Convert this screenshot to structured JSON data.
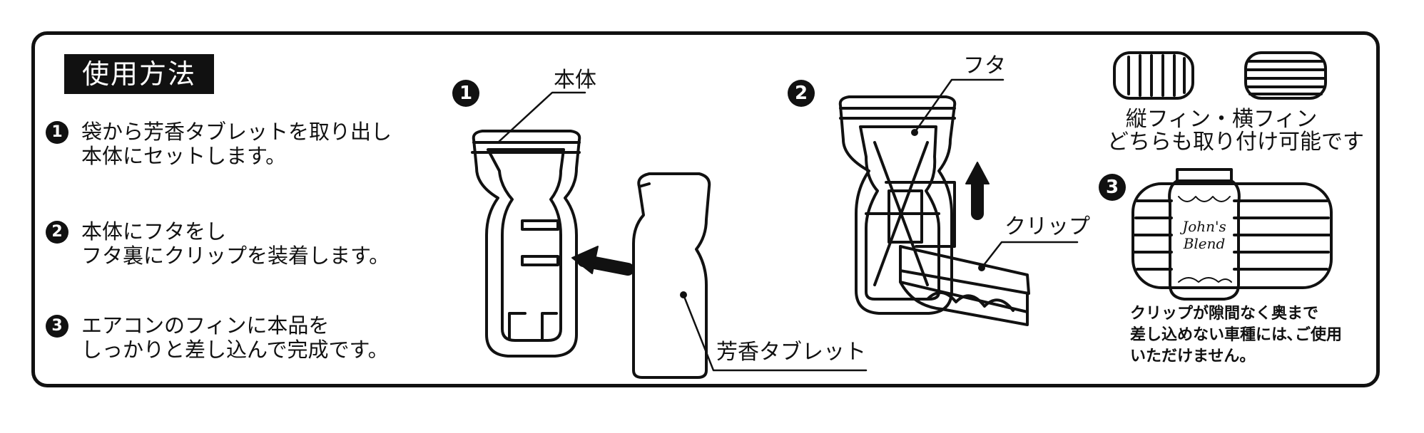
{
  "title": "使用方法",
  "steps": [
    {
      "num": "1",
      "lines": [
        "袋から芳香タブレットを取り出し",
        "本体にセットします。"
      ]
    },
    {
      "num": "2",
      "lines": [
        "本体にフタをし",
        "フタ裏にクリップを装着します。"
      ]
    },
    {
      "num": "3",
      "lines": [
        "エアコンのフィンに本品を",
        "しっかりと差し込んで完成です。"
      ]
    }
  ],
  "figure1": {
    "num": "1",
    "label_body": "本体",
    "label_tablet": "芳香タブレット"
  },
  "figure2": {
    "num": "2",
    "label_lid": "フタ",
    "label_clip": "クリップ"
  },
  "fin_note": {
    "line1": "縦フィン・横フィン",
    "line2": "どちらも取り付け可能です"
  },
  "figure3": {
    "num": "3",
    "brand_line1": "John's",
    "brand_line2": "Blend"
  },
  "warning": [
    "クリップが隙間なく奥まで",
    "差し込めない車種には､ご使用",
    "いただけません。"
  ]
}
